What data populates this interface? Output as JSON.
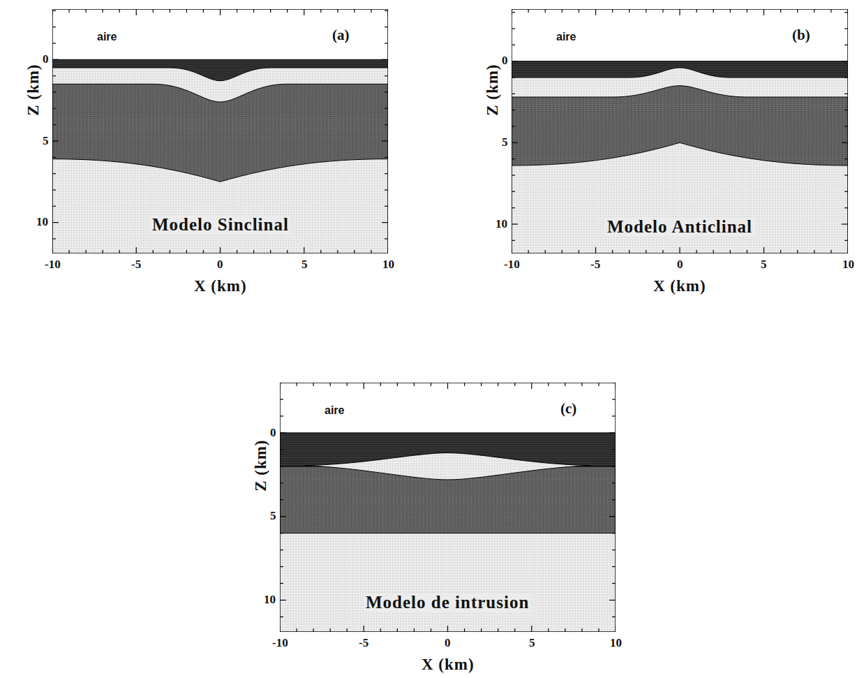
{
  "diagram": {
    "labels": [
      "(a)",
      "aire",
      "Z (km)",
      "0",
      "5",
      "10",
      "-10",
      "-5",
      "0",
      "5",
      "10",
      "X (km)",
      "Modelo Sinclinal",
      "(b)",
      "aire",
      "Z (km)",
      "0",
      "5",
      "10",
      "-10",
      "-5",
      "0",
      "5",
      "10",
      "X (km)",
      "Modelo Anticlinal",
      "(c)",
      "aire",
      "Z (km)",
      "0",
      "5",
      "10",
      "-10",
      "-5",
      "0",
      "5",
      "10",
      "X (km)",
      "Modelo de intrusion"
    ]
  }
}
